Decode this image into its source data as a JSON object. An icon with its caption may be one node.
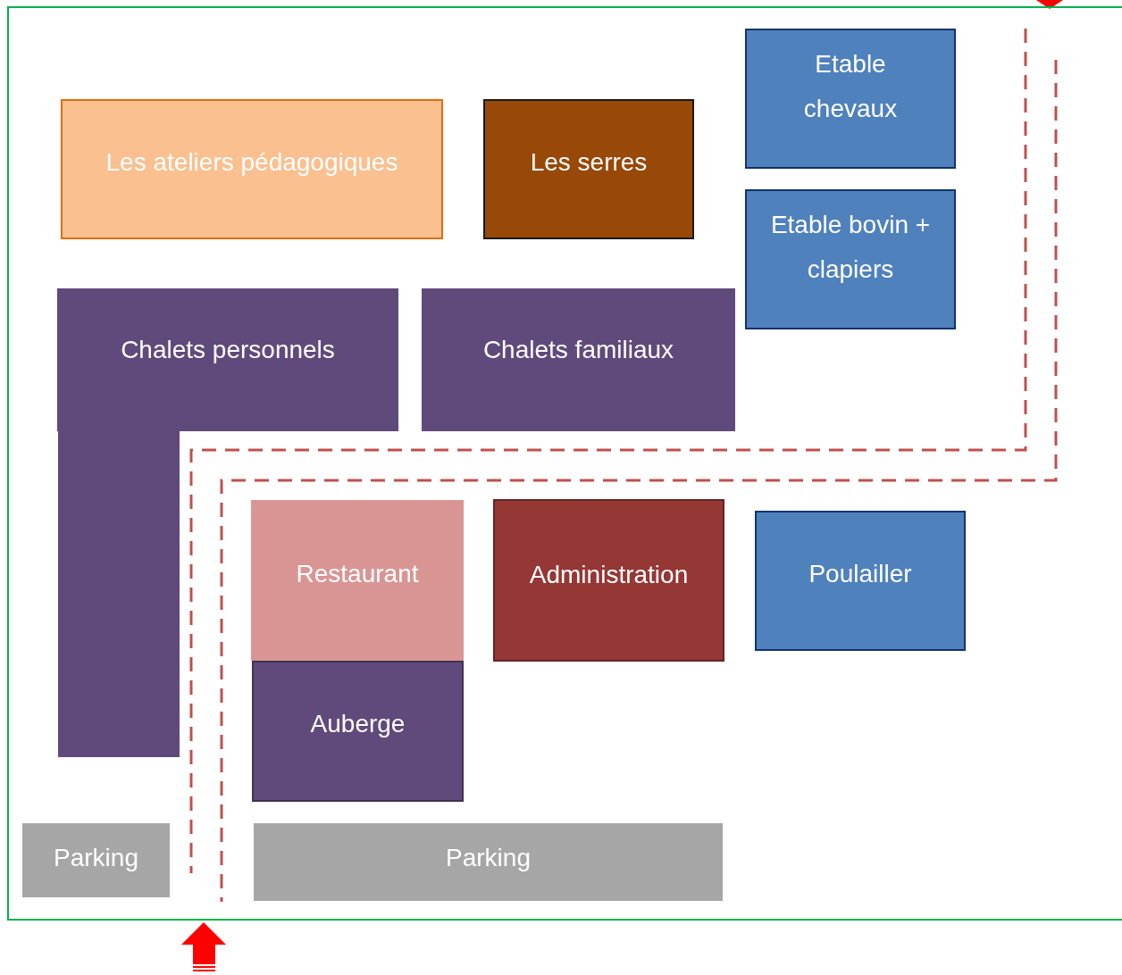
{
  "diagram": {
    "nodes": [
      {
        "text": [],
        "shape": "box"
      },
      {
        "text": [
          "Les ateliers pédagogiques"
        ],
        "in": 0
      },
      {
        "text": [
          "Les serres"
        ],
        "in": 0
      },
      {
        "text": [
          "Etable chevaux"
        ],
        "in": 0
      },
      {
        "text": [
          "Etable bovin + clapiers"
        ],
        "in": 0
      },
      {
        "text": [
          "Chalets personnels"
        ],
        "in": 0
      },
      {
        "text": [
          "Chalets familiaux"
        ],
        "in": 0
      },
      {
        "text": [
          "Restaurant"
        ],
        "in": 0
      },
      {
        "text": [
          "Administration"
        ],
        "in": 0
      },
      {
        "text": [
          "Poulailler"
        ],
        "in": 0
      },
      {
        "text": [
          "Auberge"
        ],
        "in": 0
      },
      {
        "text": [
          "Parking"
        ],
        "in": 0
      },
      {
        "text": [
          "Parking"
        ],
        "in": 0
      }
    ]
  }
}
